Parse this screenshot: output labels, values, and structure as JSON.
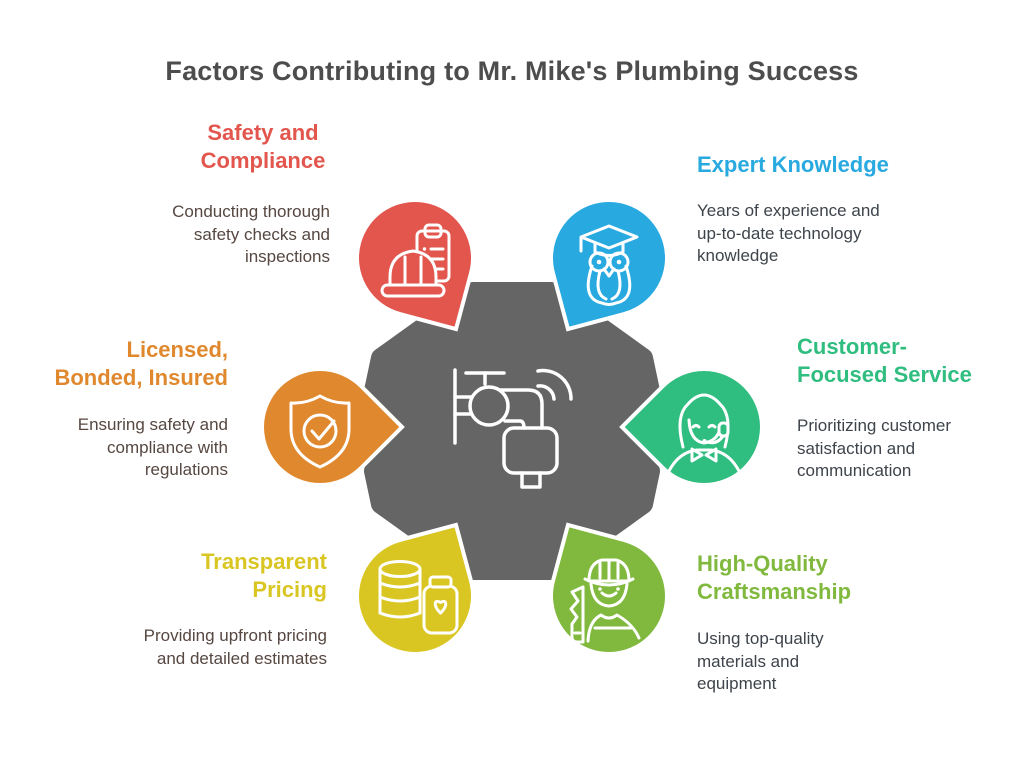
{
  "title": {
    "text": "Factors Contributing to Mr. Mike's Plumbing Success"
  },
  "text_colors": {
    "title": "#4d4d4d",
    "left_description": "#564741",
    "right_description": "#3e444b"
  },
  "center": {
    "icon": "faucet-icon",
    "shape": "rounded-heptagon",
    "color": "#656565",
    "icon_stroke": "#ffffff"
  },
  "nodes": [
    {
      "id": "safety-and-compliance",
      "heading": "Safety and\nCompliance",
      "description": "Conducting thorough\nsafety checks and\ninspections",
      "color": "#e2564e",
      "icon": "hardhat-checklist-icon",
      "position": "top-left"
    },
    {
      "id": "expert-knowledge",
      "heading": "Expert Knowledge",
      "description": "Years of experience and\nup-to-date technology\nknowledge",
      "color": "#28a9e0",
      "icon": "owl-graduate-icon",
      "position": "top-right"
    },
    {
      "id": "licensed-bonded-insured",
      "heading": "Licensed,\nBonded, Insured",
      "description": "Ensuring safety and\ncompliance with\nregulations",
      "color": "#e0882e",
      "icon": "shield-check-icon",
      "position": "middle-left"
    },
    {
      "id": "customer-focused-service",
      "heading": "Customer-\nFocused Service",
      "description": "Prioritizing customer\nsatisfaction and\ncommunication",
      "color": "#2fbd80",
      "icon": "support-agent-icon",
      "position": "middle-right"
    },
    {
      "id": "transparent-pricing",
      "heading": "Transparent\nPricing",
      "description": "Providing upfront pricing\nand detailed estimates",
      "color": "#d9c623",
      "icon": "coins-savings-icon",
      "position": "bottom-left"
    },
    {
      "id": "high-quality-craftsmanship",
      "heading": "High-Quality\nCraftsmanship",
      "description": "Using top-quality\nmaterials and\nequipment",
      "color": "#80b93e",
      "icon": "craftsman-icon",
      "position": "bottom-right"
    }
  ]
}
